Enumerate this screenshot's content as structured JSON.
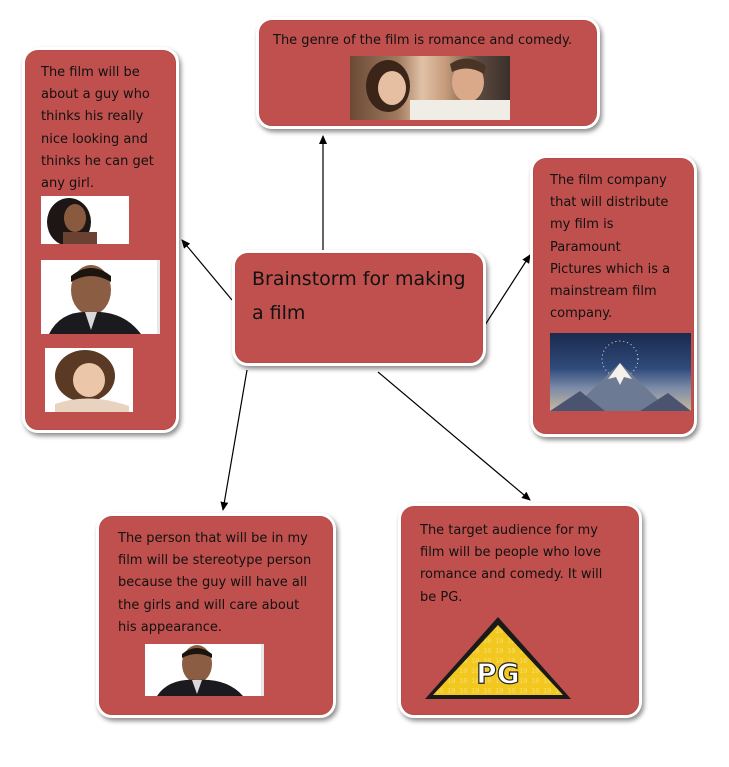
{
  "center": {
    "label": "Brainstorm for making\na film"
  },
  "genre": {
    "text": "The genre of the film is romance and comedy."
  },
  "character": {
    "text": "The film will be\nabout a guy who\nthinks his really\nnice looking and\nthinks he can get\nany girl."
  },
  "company": {
    "text": "The film company\nthat will distribute\nmy film is\nParamount\nPictures which is a\nmainstream film\ncompany."
  },
  "stereotype": {
    "text": "The person that will be in my\nfilm will be stereotype person\nbecause the guy will have all\nthe girls and will care about\nhis appearance."
  },
  "audience": {
    "text": "The target audience for my\nfilm will be people who love\nromance and comedy.  It will\nbe PG."
  },
  "pg_badge": {
    "label": "PG"
  },
  "colors": {
    "box_fill": "#c0504d",
    "box_border": "#ffffff",
    "arrow": "#000000",
    "pg_yellow": "#f2c81e"
  }
}
